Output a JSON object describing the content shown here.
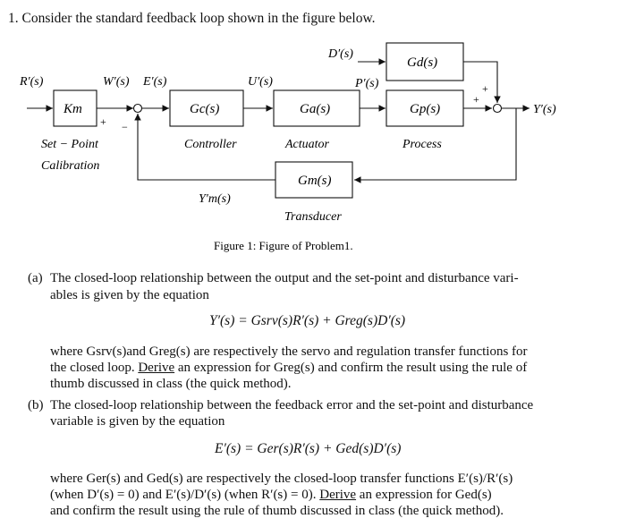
{
  "question": "1. Consider the standard feedback loop shown in the figure below.",
  "diagram": {
    "signals": {
      "R": "R′(s)",
      "W": "W′(s)",
      "E": "E′(s)",
      "U": "U′(s)",
      "D": "D′(s)",
      "P": "P′(s)",
      "Y": "Y′(s)",
      "Ym": "Y′m(s)"
    },
    "blocks": {
      "km": "Km",
      "gc": "Gc(s)",
      "ga": "Ga(s)",
      "gd": "Gd(s)",
      "gp": "Gp(s)",
      "gm": "Gm(s)"
    },
    "labels": {
      "setpoint1": "Set − Point",
      "setpoint2": "Calibration",
      "controller": "Controller",
      "actuator": "Actuator",
      "process": "Process",
      "transducer": "Transducer"
    },
    "signs": {
      "plus": "+",
      "minus": "−"
    },
    "caption": "Figure 1: Figure of Problem1."
  },
  "part_a": {
    "marker": "(a)",
    "intro_1": "The closed-loop relationship between the output and the set-point and disturbance vari-",
    "intro_2": "ables is given by the equation",
    "equation": "Y′(s) = Gsrv(s)R′(s) + Greg(s)D′(s)",
    "line1": "where Gsrv(s)and Greg(s) are respectively the servo and regulation transfer functions for",
    "line2_pre": "the closed loop.",
    "derive": "Derive",
    "line2_post": "an expression for Greg(s) and confirm the result using the rule of",
    "line3": "thumb discussed in class (the quick method)."
  },
  "part_b": {
    "marker": "(b)",
    "intro_1": "The closed-loop relationship between the feedback error and the set-point and disturbance",
    "intro_2": "variable is given by the equation",
    "equation": "E′(s) = Ger(s)R′(s) + Ged(s)D′(s)",
    "line1": "where Ger(s) and Ged(s) are respectively the closed-loop transfer functions E′(s)/R′(s)",
    "line2_pre": "(when D′(s) = 0) and E′(s)/D′(s) (when R′(s) = 0).",
    "derive": "Derive",
    "line2_post": "an expression for Ged(s)",
    "line3": "and confirm the result using the rule of thumb discussed in class (the quick method)."
  }
}
